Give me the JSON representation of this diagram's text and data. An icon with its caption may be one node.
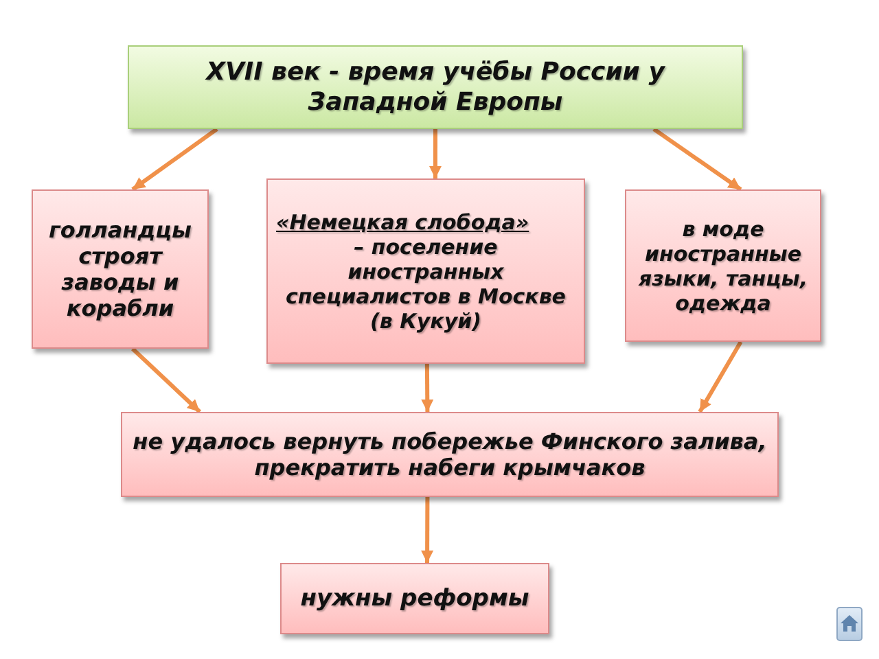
{
  "diagram": {
    "nodes": [
      {
        "text": [
          "XVII  век -  время учёбы России у Западной Европы"
        ]
      },
      {
        "text": [
          "голландцы строят заводы и корабли"
        ]
      },
      {
        "text": [
          "«Немецкая слобода»",
          "– поселение иностранных специалистов в Москве (в Кукуй)"
        ]
      },
      {
        "text": [
          "в моде иностранные языки, танцы, одежда"
        ]
      },
      {
        "text": [
          "не удалось вернуть побережье Финского залива, прекратить набеги крымчаков"
        ]
      },
      {
        "text": [
          "нужны реформы"
        ]
      }
    ],
    "edges": [
      {
        "from": 0,
        "to": 1,
        "arrow": "to"
      },
      {
        "from": 0,
        "to": 2,
        "arrow": "to"
      },
      {
        "from": 0,
        "to": 3,
        "arrow": "to"
      },
      {
        "from": 1,
        "to": 4,
        "arrow": "to"
      },
      {
        "from": 2,
        "to": 4,
        "arrow": "to"
      },
      {
        "from": 3,
        "to": 4,
        "arrow": "to"
      },
      {
        "from": 4,
        "to": 5,
        "arrow": "to"
      }
    ]
  }
}
